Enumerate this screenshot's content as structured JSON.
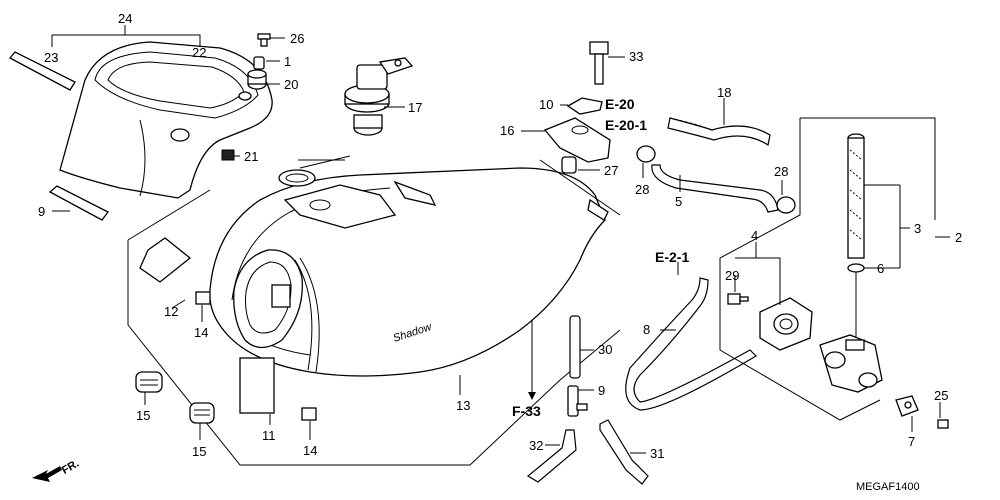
{
  "parts": {
    "p1": "1",
    "p2": "2",
    "p3": "3",
    "p4": "4",
    "p5": "5",
    "p6": "6",
    "p7": "7",
    "p8": "8",
    "p9a": "9",
    "p9b": "9",
    "p10": "10",
    "p11": "11",
    "p12": "12",
    "p13": "13",
    "p14a": "14",
    "p14b": "14",
    "p15a": "15",
    "p15b": "15",
    "p16": "16",
    "p17": "17",
    "p18": "18",
    "p20": "20",
    "p21": "21",
    "p22": "22",
    "p23": "23",
    "p24": "24",
    "p25": "25",
    "p26": "26",
    "p27": "27",
    "p28a": "28",
    "p28b": "28",
    "p29": "29",
    "p30": "30",
    "p31": "31",
    "p32": "32",
    "p33": "33"
  },
  "refs": {
    "e20": "E-20",
    "e201": "E-20-1",
    "e21": "E-2-1",
    "f33": "F-33"
  },
  "front_label": "FR.",
  "tank_script": "Shadow",
  "diagram_code": "MEGAF1400"
}
